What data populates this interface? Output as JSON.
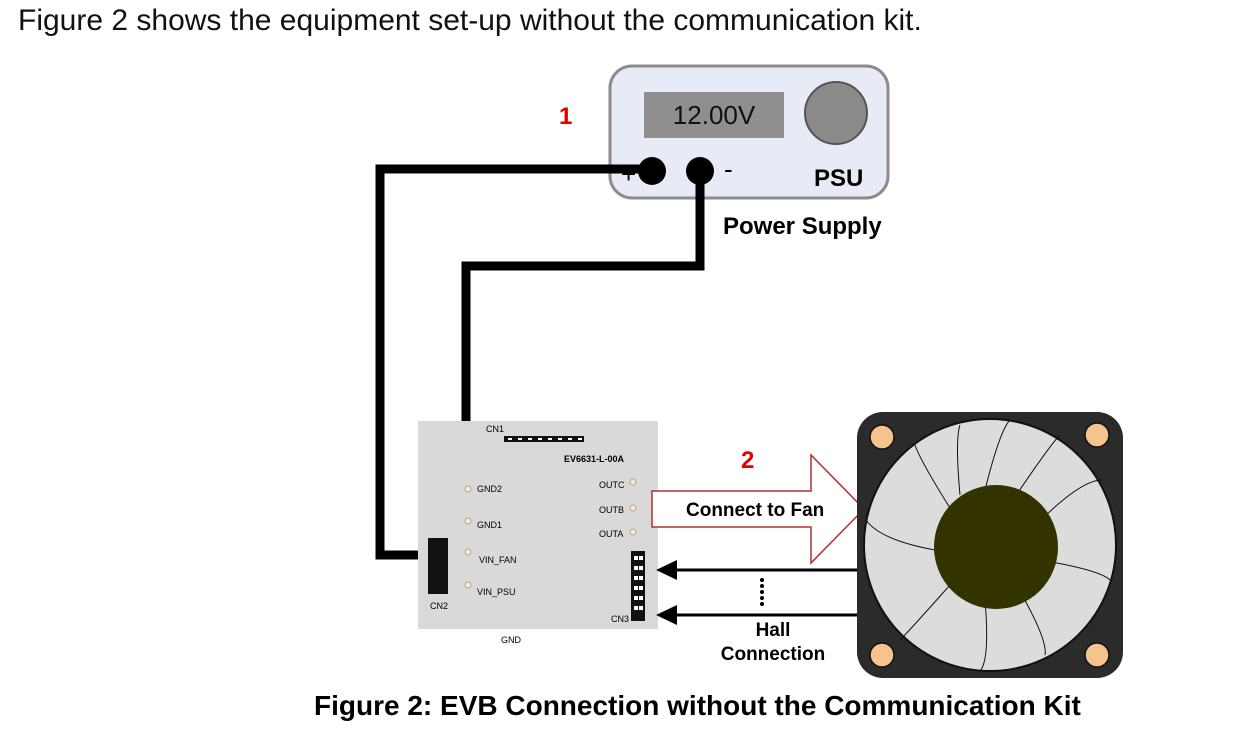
{
  "intro_text": "Figure 2 shows the equipment set-up without the communication kit.",
  "caption": "Figure 2: EVB Connection without the Communication Kit",
  "colors": {
    "wire": "#000000",
    "step_number": "#e00000",
    "psu_body": "#e8ebf5",
    "psu_border": "#8c8c8c",
    "display": "#8f8f8f",
    "knob": "#8a8a8a",
    "board": "#d9d9d9",
    "fan_frame": "#2b2b2b",
    "fan_blades": "#dcdcdc",
    "fan_hub": "#333300",
    "screw": "#f5c48e",
    "arrow_outline": "#b03030"
  },
  "psu": {
    "step": "1",
    "display_value": "12.00V",
    "plus_symbol": "+",
    "minus_symbol": "-",
    "badge": "PSU",
    "label": "Power Supply"
  },
  "board": {
    "header_top": "CN1",
    "part_number": "EV6631-L-00A",
    "pins_left": [
      "GND2",
      "GND1",
      "VIN_FAN",
      "VIN_PSU"
    ],
    "pins_right": [
      "OUTC",
      "OUTB",
      "OUTA"
    ],
    "connector_left": "CN2",
    "connector_right": "CN3",
    "bottom_label": "GND"
  },
  "connection": {
    "step": "2",
    "arrow_label": "Connect to Fan",
    "hall_line1": "Hall",
    "hall_line2": "Connection"
  }
}
